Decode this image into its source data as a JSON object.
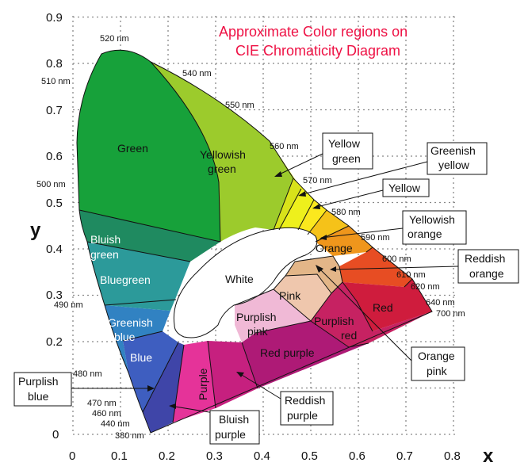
{
  "title_lines": [
    "Approximate Color regions on",
    "CIE Chromaticity Diagram"
  ],
  "axes": {
    "x_label": "x",
    "y_label": "y",
    "x_ticks": [
      "0",
      "0.1",
      "0.2",
      "0.3",
      "0.4",
      "0.5",
      "0.6",
      "0.7",
      "0.8"
    ],
    "y_ticks": [
      "0",
      "0.1",
      "0.2",
      "0.3",
      "0.4",
      "0.5",
      "0.6",
      "0.7",
      "0.8",
      "0.9"
    ],
    "x_range": [
      0,
      0.8
    ],
    "y_range": [
      0,
      0.9
    ],
    "grid": true
  },
  "wavelength_labels": [
    "380 nm",
    "440 nm",
    "460 nm",
    "470 nm",
    "480 nm",
    "490 nm",
    "500 nm",
    "510 nm",
    "520 nm",
    "540 nm",
    "550 nm",
    "560 nm",
    "570 nm",
    "580 nm",
    "590 nm",
    "600 nm",
    "610 nm",
    "620 nm",
    "640 nm",
    "700 nm"
  ],
  "regions": [
    {
      "name": "Green",
      "color": "#17a13a"
    },
    {
      "name": "Yellowish green",
      "color": "#9ccb2c"
    },
    {
      "name": "Yellow green",
      "color": "#d8e21a"
    },
    {
      "name": "Greenish yellow",
      "color": "#eef01c"
    },
    {
      "name": "Yellow",
      "color": "#fbe81e"
    },
    {
      "name": "Yellowish orange",
      "color": "#f5c219"
    },
    {
      "name": "Orange",
      "color": "#ef961c"
    },
    {
      "name": "Reddish orange",
      "color": "#e74d23"
    },
    {
      "name": "Red",
      "color": "#cf1c3d"
    },
    {
      "name": "Bluish green",
      "color": "#1f8a60"
    },
    {
      "name": "Bluegreen",
      "color": "#2c9a9a"
    },
    {
      "name": "Greenish blue",
      "color": "#3182c2"
    },
    {
      "name": "Blue",
      "color": "#3e5ec0"
    },
    {
      "name": "Purplish blue",
      "color": "#3f45a8"
    },
    {
      "name": "Purple",
      "color": "#e53399"
    },
    {
      "name": "Reddish purple",
      "color": "#c6207f"
    },
    {
      "name": "Red purple",
      "color": "#ae1a76"
    },
    {
      "name": "Purplish red",
      "color": "#c62262"
    },
    {
      "name": "Purplish pink",
      "color": "#f0b9d6"
    },
    {
      "name": "Pink",
      "color": "#efc7ad"
    },
    {
      "name": "Orange pink",
      "color": "#e3b688"
    },
    {
      "name": "White",
      "color": "#ffffff"
    }
  ],
  "inner_labels": {
    "green": "Green",
    "yellowish_green": [
      "Yellowish",
      "green"
    ],
    "bluish_green": [
      "Bluish",
      "green"
    ],
    "bluegreen": "Bluegreen",
    "greenish_blue": [
      "Greenish",
      "blue"
    ],
    "blue": "Blue",
    "purple": "Purple",
    "red_purple": "Red purple",
    "purplish_pink": [
      "Purplish",
      "pink"
    ],
    "purplish_red": [
      "Purplish",
      "red"
    ],
    "white": "White",
    "pink": "Pink",
    "orange": "Orange",
    "red": "Red"
  },
  "callouts": {
    "yellow_green": [
      "Yellow",
      "green"
    ],
    "greenish_yellow": [
      "Greenish",
      "yellow"
    ],
    "yellow": "Yellow",
    "yellowish_orange": [
      "Yellowish",
      "orange"
    ],
    "reddish_orange": [
      "Reddish",
      "orange"
    ],
    "orange_pink": [
      "Orange",
      "pink"
    ],
    "reddish_purple": [
      "Reddish",
      "purple"
    ],
    "bluish_purple": [
      "Bluish",
      "purple"
    ],
    "purplish_blue": [
      "Purplish",
      "blue"
    ]
  }
}
